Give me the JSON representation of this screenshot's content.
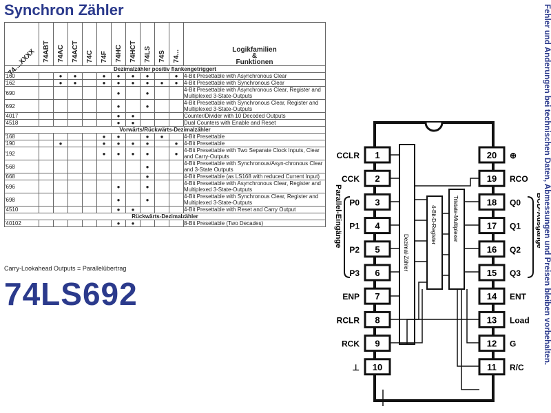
{
  "title": "Synchron Zähler",
  "part_number": "74LS692",
  "footnote": "Carry-Lookahead Outputs = Parallelübertrag",
  "side_note": "Fehler und Änderungen bei technischen Daten, Abmessungen und Preisen bleiben vorbehalten.",
  "table": {
    "corner_label": "74....XXXX",
    "columns": [
      "74ABT",
      "74AC",
      "74ACT",
      "74C",
      "74F",
      "74HC",
      "74HCT",
      "74LS",
      "74S",
      "74..."
    ],
    "func_header_1": "Logikfamilien",
    "func_header_2": "&",
    "func_header_3": "Funktionen",
    "rows": [
      {
        "section": "Dezimalzähler positiv flankengetriggert"
      },
      {
        "name": "'160",
        "dots": [
          0,
          1,
          1,
          0,
          1,
          1,
          1,
          1,
          0,
          1
        ],
        "desc": "4-Bit Presettable with Asynchronous Clear"
      },
      {
        "name": "'162",
        "dots": [
          0,
          1,
          1,
          0,
          1,
          1,
          1,
          1,
          1,
          1
        ],
        "desc": "4-Bit Presettable with Synchronous Clear"
      },
      {
        "name": "'690",
        "dots": [
          0,
          0,
          0,
          0,
          0,
          1,
          0,
          1,
          0,
          0
        ],
        "desc": "4-Bit Presettable with Asynchronous Clear, Register and Multiplexed 3-State-Outputs"
      },
      {
        "name": "'692",
        "dots": [
          0,
          0,
          0,
          0,
          0,
          1,
          0,
          1,
          0,
          0
        ],
        "desc": "4-Bit Presettable with Synchronous Clear, Register and Multiplexed 3-State-Outputs"
      },
      {
        "name": "'4017",
        "dots": [
          0,
          0,
          0,
          0,
          0,
          1,
          1,
          0,
          0,
          0
        ],
        "desc": "Counter/Divider with 10 Decoded Outputs"
      },
      {
        "name": "'4518",
        "dots": [
          0,
          0,
          0,
          0,
          0,
          1,
          1,
          0,
          0,
          0
        ],
        "desc": "Dual Counters with Enable and Reset"
      },
      {
        "section": "Vorwärts/Rückwärts-Dezimalzähler"
      },
      {
        "name": "'168",
        "dots": [
          0,
          0,
          0,
          0,
          1,
          1,
          0,
          1,
          1,
          0
        ],
        "desc": "4-Bit Presettable"
      },
      {
        "name": "'190",
        "dots": [
          0,
          1,
          0,
          0,
          1,
          1,
          1,
          1,
          0,
          1
        ],
        "desc": "4-Bit Presettable"
      },
      {
        "name": "'192",
        "dots": [
          0,
          0,
          0,
          0,
          1,
          1,
          1,
          1,
          0,
          1
        ],
        "desc": "4-Bit Presettable with Two Separate Clock Inputs, Clear and Carry-Outputs"
      },
      {
        "name": "'568",
        "dots": [
          0,
          0,
          0,
          0,
          0,
          0,
          0,
          1,
          0,
          0
        ],
        "desc": "4-Bit Presettable with Synchronous/Asyn-chronous Clear and 3-State Outputs"
      },
      {
        "name": "'668",
        "dots": [
          0,
          0,
          0,
          0,
          0,
          0,
          0,
          1,
          0,
          0
        ],
        "desc": "4-Bit Presettable (as LS168 with reduced Current Input)"
      },
      {
        "name": "'696",
        "dots": [
          0,
          0,
          0,
          0,
          0,
          1,
          0,
          1,
          0,
          0
        ],
        "desc": "4-Bit Presettable with Asynchronous Clear, Register and Multiplexed 3-State-Outputs"
      },
      {
        "name": "'698",
        "dots": [
          0,
          0,
          0,
          0,
          0,
          1,
          0,
          1,
          0,
          0
        ],
        "desc": "4-Bit Presettable with Synchronous Clear, Register and Multiplexed 3-State-Outputs"
      },
      {
        "name": "'4510",
        "dots": [
          0,
          0,
          0,
          0,
          0,
          1,
          1,
          0,
          0,
          0
        ],
        "desc": "4-Bit Presettable with Reset and Carry Output"
      },
      {
        "section": "Rückwärts-Dezimalzähler"
      },
      {
        "name": "'40102",
        "dots": [
          0,
          0,
          0,
          0,
          0,
          1,
          1,
          0,
          0,
          0
        ],
        "desc": "8-Bit Presettable (Two Decades)"
      }
    ]
  },
  "pinout": {
    "left_pins": [
      {
        "num": "1",
        "label": "CCLR"
      },
      {
        "num": "2",
        "label": "CCK"
      },
      {
        "num": "3",
        "label": "P0"
      },
      {
        "num": "4",
        "label": "P1"
      },
      {
        "num": "5",
        "label": "P2"
      },
      {
        "num": "6",
        "label": "P3"
      },
      {
        "num": "7",
        "label": "ENP"
      },
      {
        "num": "8",
        "label": "RCLR"
      },
      {
        "num": "9",
        "label": "RCK"
      },
      {
        "num": "10",
        "label": "⊥"
      }
    ],
    "right_pins": [
      {
        "num": "20",
        "label": "⊕"
      },
      {
        "num": "19",
        "label": "RCO"
      },
      {
        "num": "18",
        "label": "Q0"
      },
      {
        "num": "17",
        "label": "Q1"
      },
      {
        "num": "16",
        "label": "Q2"
      },
      {
        "num": "15",
        "label": "Q3"
      },
      {
        "num": "14",
        "label": "ENT"
      },
      {
        "num": "13",
        "label": "Load"
      },
      {
        "num": "12",
        "label": "G"
      },
      {
        "num": "11",
        "label": "R/C"
      }
    ],
    "left_group_label": "Parallel-Eingänge",
    "right_group_label": "BCD-Ausgänge",
    "block1": "Dezimal-Zähler",
    "block2": "4-Bit-D-Register",
    "block3": "Tristate-Multiplexer"
  }
}
